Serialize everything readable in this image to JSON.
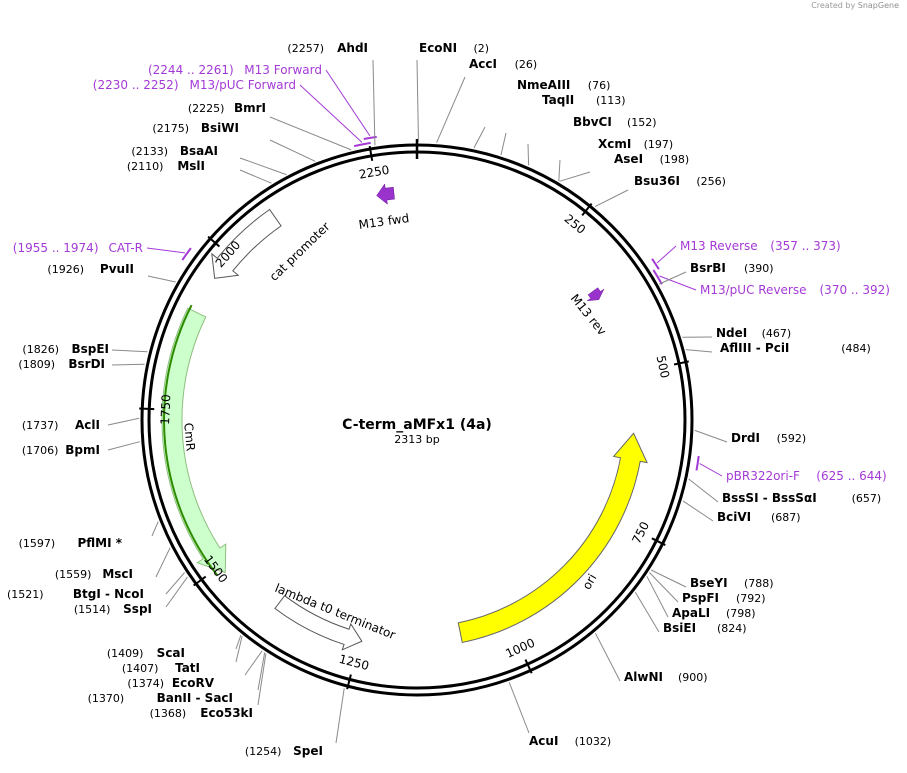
{
  "credit": {
    "prefix": "Created by",
    "brand": "SnapGene"
  },
  "plasmid": {
    "name": "C-term_aMFx1 (4a)",
    "size_label": "2313 bp",
    "length": 2313
  },
  "ticks": [
    {
      "bp": 250,
      "label": "250"
    },
    {
      "bp": 500,
      "label": "500"
    },
    {
      "bp": 750,
      "label": "750"
    },
    {
      "bp": 1000,
      "label": "1000"
    },
    {
      "bp": 1250,
      "label": "1250"
    },
    {
      "bp": 1500,
      "label": "1500"
    },
    {
      "bp": 1750,
      "label": "1750"
    },
    {
      "bp": 2000,
      "label": "2000"
    },
    {
      "bp": 2250,
      "label": "2250"
    }
  ],
  "enzymes": [
    {
      "name": "AhdI",
      "pos": "(2257)",
      "bp": 2257
    },
    {
      "name": "EcoNI",
      "pos": "(2)",
      "bp": 2
    },
    {
      "name": "AccI",
      "pos": "(26)",
      "bp": 26
    },
    {
      "name": "NmeAIII",
      "pos": "(76)",
      "bp": 76
    },
    {
      "name": "TaqII",
      "pos": "(113)",
      "bp": 113
    },
    {
      "name": "BbvCI",
      "pos": "(152)",
      "bp": 152
    },
    {
      "name": "XcmI",
      "pos": "(197)",
      "bp": 197
    },
    {
      "name": "AseI",
      "pos": "(198)",
      "bp": 198
    },
    {
      "name": "Bsu36I",
      "pos": "(256)",
      "bp": 256
    },
    {
      "name": "BsrBI",
      "pos": "(390)",
      "bp": 390
    },
    {
      "name": "NdeI",
      "pos": "(467)",
      "bp": 467
    },
    {
      "name": "AflIII - PciI",
      "pos": "(484)",
      "bp": 484
    },
    {
      "name": "DrdI",
      "pos": "(592)",
      "bp": 592
    },
    {
      "name": "BssSI - BssSαI",
      "pos": "(657)",
      "bp": 657
    },
    {
      "name": "BciVI",
      "pos": "(687)",
      "bp": 687
    },
    {
      "name": "BseYI",
      "pos": "(788)",
      "bp": 788
    },
    {
      "name": "PspFI",
      "pos": "(792)",
      "bp": 792
    },
    {
      "name": "ApaLI",
      "pos": "(798)",
      "bp": 798
    },
    {
      "name": "BsiEI",
      "pos": "(824)",
      "bp": 824
    },
    {
      "name": "AlwNI",
      "pos": "(900)",
      "bp": 900
    },
    {
      "name": "AcuI",
      "pos": "(1032)",
      "bp": 1032
    },
    {
      "name": "SpeI",
      "pos": "(1254)",
      "bp": 1254
    },
    {
      "name": "Eco53kI",
      "pos": "(1368)",
      "bp": 1368
    },
    {
      "name": "BanII - SacI",
      "pos": "(1370)",
      "bp": 1370
    },
    {
      "name": "EcoRV",
      "pos": "(1374)",
      "bp": 1374
    },
    {
      "name": "TatI",
      "pos": "(1407)",
      "bp": 1407
    },
    {
      "name": "ScaI",
      "pos": "(1409)",
      "bp": 1409
    },
    {
      "name": "SspI",
      "pos": "(1514)",
      "bp": 1514
    },
    {
      "name": "BtgI - NcoI",
      "pos": "(1521)",
      "bp": 1521
    },
    {
      "name": "MscI",
      "pos": "(1559)",
      "bp": 1559
    },
    {
      "name": "PflMI *",
      "pos": "(1597)",
      "bp": 1597
    },
    {
      "name": "BpmI",
      "pos": "(1706)",
      "bp": 1706
    },
    {
      "name": "AclI",
      "pos": "(1737)",
      "bp": 1737
    },
    {
      "name": "BsrDI",
      "pos": "(1809)",
      "bp": 1809
    },
    {
      "name": "BspEI",
      "pos": "(1826)",
      "bp": 1826
    },
    {
      "name": "PvuII",
      "pos": "(1926)",
      "bp": 1926
    },
    {
      "name": "MslI",
      "pos": "(2110)",
      "bp": 2110
    },
    {
      "name": "BsaAI",
      "pos": "(2133)",
      "bp": 2133
    },
    {
      "name": "BsiWI",
      "pos": "(2175)",
      "bp": 2175
    },
    {
      "name": "BmrI",
      "pos": "(2225)",
      "bp": 2225
    }
  ],
  "primers": [
    {
      "name": "M13 Forward",
      "range": "(2244 .. 2261)",
      "start": 2244,
      "end": 2261
    },
    {
      "name": "M13/pUC Forward",
      "range": "(2230 .. 2252)",
      "start": 2230,
      "end": 2252
    },
    {
      "name": "M13 Reverse",
      "range": "(357 .. 373)",
      "start": 357,
      "end": 373
    },
    {
      "name": "M13/pUC Reverse",
      "range": "(370 .. 392)",
      "start": 370,
      "end": 392
    },
    {
      "name": "pBR322ori-F",
      "range": "(625 .. 644)",
      "start": 625,
      "end": 644
    },
    {
      "name": "CAT-R",
      "range": "(1955 .. 1974)",
      "start": 1955,
      "end": 1974
    }
  ],
  "features": [
    {
      "name": "ori",
      "color": "#ffff00"
    },
    {
      "name": "CmR",
      "color": "#ccffcc"
    },
    {
      "name": "cat promoter",
      "color": "#ffffff"
    },
    {
      "name": "lambda t0 terminator",
      "color": "#ffffff"
    },
    {
      "name": "M13 fwd",
      "color": "#9933cc"
    },
    {
      "name": "M13 rev",
      "color": "#9933cc"
    }
  ],
  "colors": {
    "primer": "#a43ad6",
    "backbone": "#000000",
    "ori": "#ffff00",
    "cmr": "#ccffcc",
    "cmr_outline": "#2e8b00",
    "arrow_feature": "#9933cc"
  }
}
